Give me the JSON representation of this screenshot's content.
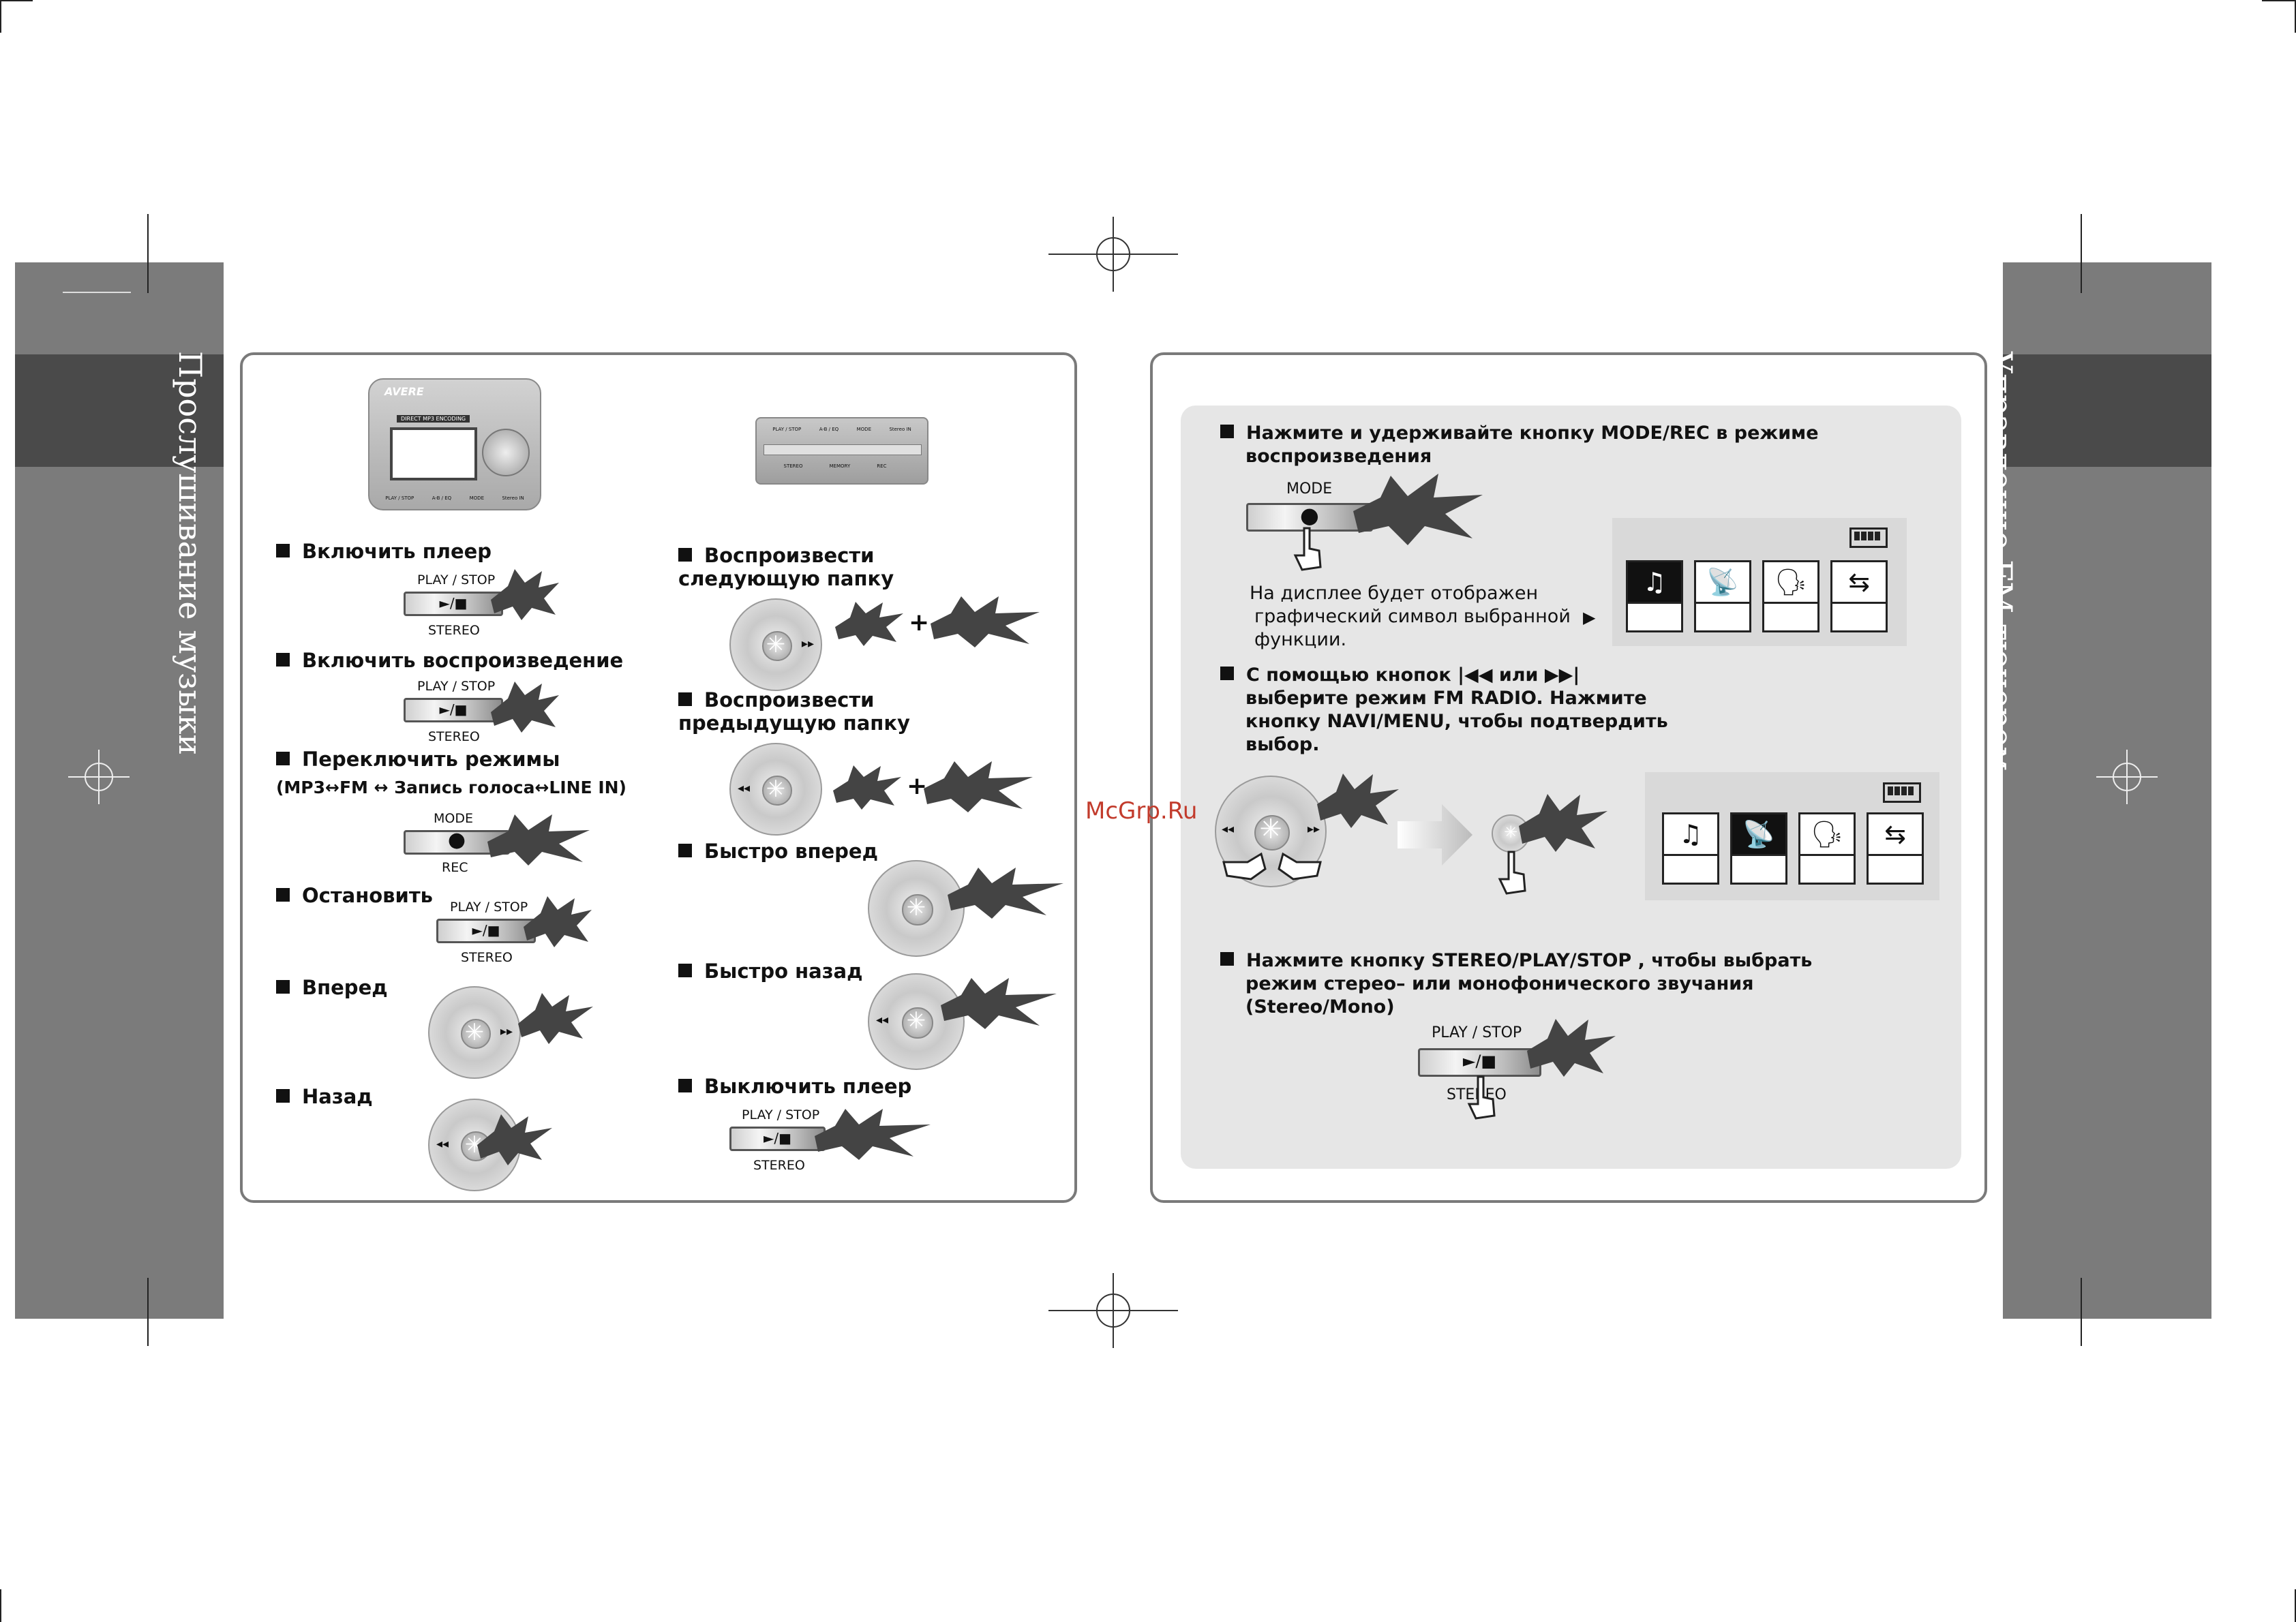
{
  "left_title": "Прослушивание музыки",
  "right_title": "Управление FM тюнером",
  "watermark": "McGrp.Ru",
  "left_panel": {
    "sections": [
      {
        "label": "Включить плеер",
        "top_label": "PLAY / STOP",
        "button": "►/■",
        "bottom_label": "STEREO"
      },
      {
        "label": "Включить  воспроизведение",
        "top_label": "PLAY / STOP",
        "button": "►/■",
        "bottom_label": "STEREO"
      },
      {
        "label": "Переключить режимы",
        "sub": "(MP3↔FM  ↔ Запись голоса↔LINE IN)",
        "top_label": "MODE",
        "bottom_label": "REC"
      },
      {
        "label": "Остановить",
        "top_label": "PLAY / STOP",
        "button": "►/■",
        "bottom_label": "STEREO"
      },
      {
        "label": "Вперед"
      },
      {
        "label": "Назад"
      },
      {
        "label": "Воспроизвести\nследующую папку",
        "plus": "+"
      },
      {
        "label": "Воспроизвести\nпредыдущую папку",
        "plus": "+"
      },
      {
        "label": "Быстро вперед"
      },
      {
        "label": "Быстро назад"
      },
      {
        "label": "Выключить плеер",
        "top_label": "PLAY / STOP",
        "button": "►/■",
        "bottom_label": "STEREO"
      }
    ],
    "device_labels": {
      "brand": "AVERE",
      "direct": "DIRECT MP3 ENCODING",
      "bottom": [
        "PLAY / STOP",
        "A-B / EQ",
        "MODE",
        "Stereo IN"
      ],
      "top_strip": [
        "PLAY / STOP",
        "A-B / EQ",
        "MODE",
        "Stereo IN"
      ],
      "bottom_strip": [
        "STEREO",
        "MEMORY",
        "REC"
      ]
    }
  },
  "right_panel": {
    "step1": "Нажмите и удерживайте кнопку MODE/REC в режиме",
    "step1b": "воспроизведения",
    "step1_label": "MODE",
    "display_note": [
      "На дисплее будет отображен",
      "графический символ выбранной",
      "функции."
    ],
    "step2": [
      "С помощью кнопок  |◀◀  или  ▶▶|",
      "выберите режим FM RADIO. Нажмите",
      "кнопку NAVI/MENU, чтобы подтвердить",
      "выбор."
    ],
    "step3": [
      "Нажмите кнопку STEREO/PLAY/STOP , чтобы выбрать",
      "режим стерео– или монофонического звучания",
      "(Stereo/Mono)"
    ],
    "step3_top": "PLAY / STOP",
    "step3_button": "►/■",
    "step3_bottom": "STEREO",
    "arrow": "▶",
    "icons": [
      "music-note-icon",
      "radio-tower-icon",
      "voice-icon",
      "line-in-icon"
    ]
  }
}
